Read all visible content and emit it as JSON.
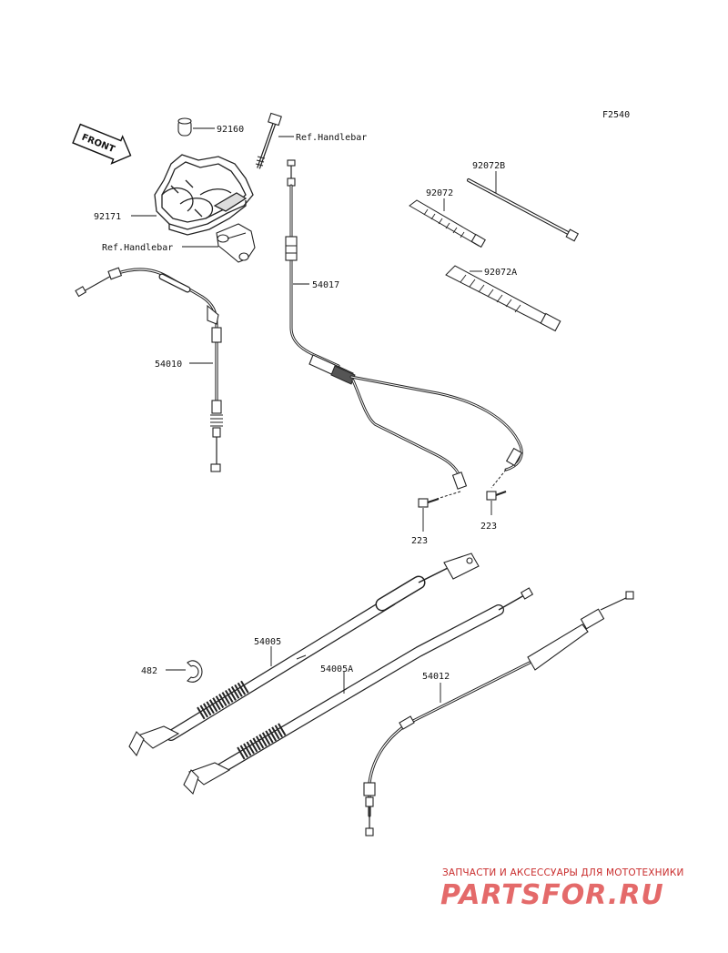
{
  "figure_code": "F2540",
  "front_badge": "FRONT",
  "labels": {
    "p92160": "92160",
    "ref_handlebar_1": "Ref.Handlebar",
    "p92171": "92171",
    "ref_handlebar_2": "Ref.Handlebar",
    "p54010": "54010",
    "p54017": "54017",
    "p92072B": "92072B",
    "p92072": "92072",
    "p92072A": "92072A",
    "p223_left": "223",
    "p223_right": "223",
    "p54005": "54005",
    "p482": "482",
    "p54005A": "54005A",
    "p54012": "54012"
  },
  "watermark": {
    "tagline": "ЗАПЧАСТИ И АКСЕССУАРЫ ДЛЯ МОТОТЕХНИКИ",
    "logo": "PARTSFOR.RU",
    "color": "#e46a6a"
  }
}
